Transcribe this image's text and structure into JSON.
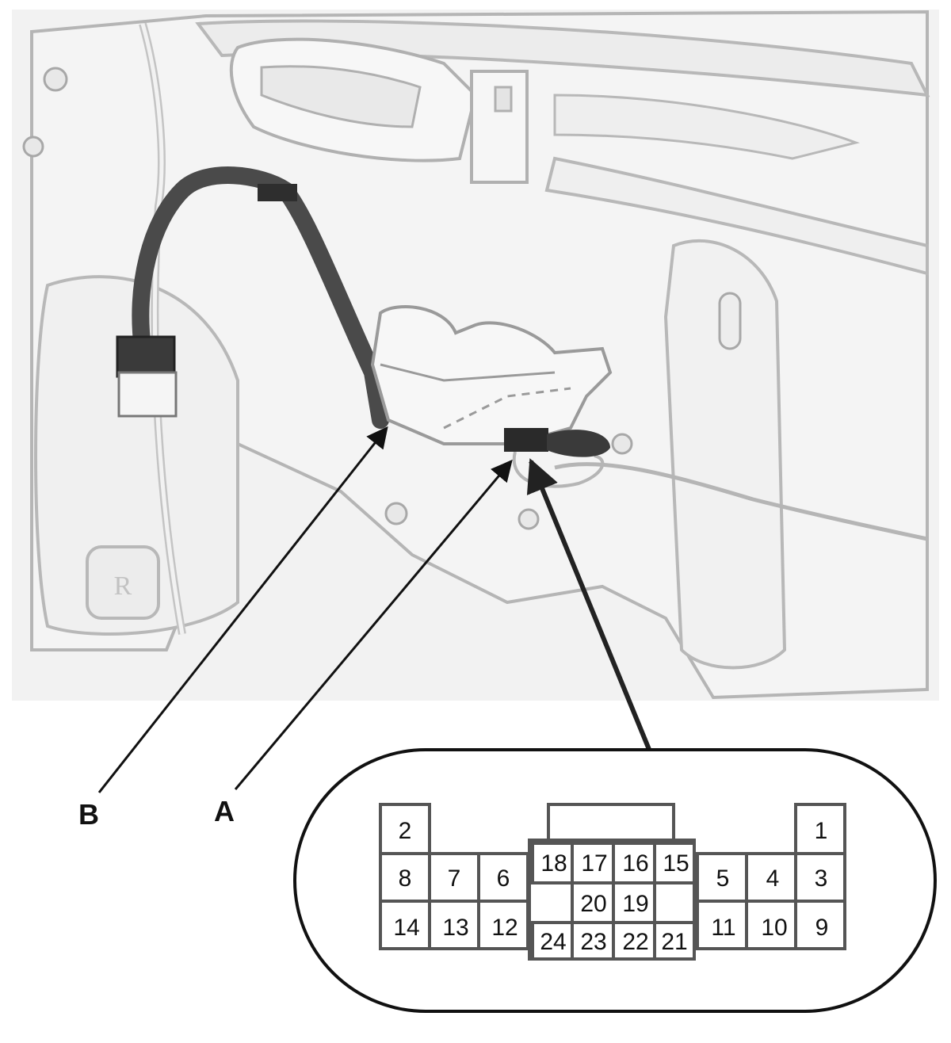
{
  "callouts": {
    "a": "A",
    "b": "B"
  },
  "connector": {
    "pins": {
      "p1": "1",
      "p2": "2",
      "p3": "3",
      "p4": "4",
      "p5": "5",
      "p6": "6",
      "p7": "7",
      "p8": "8",
      "p9": "9",
      "p10": "10",
      "p11": "11",
      "p12": "12",
      "p13": "13",
      "p14": "14",
      "p15": "15",
      "p16": "16",
      "p17": "17",
      "p18": "18",
      "p19": "19",
      "p20": "20",
      "p21": "21",
      "p22": "22",
      "p23": "23",
      "p24": "24"
    }
  },
  "colors": {
    "background": "#ffffff",
    "illustration_fill": "#f2f2f2",
    "line": "#111111",
    "harness": "#4a4a4a"
  }
}
